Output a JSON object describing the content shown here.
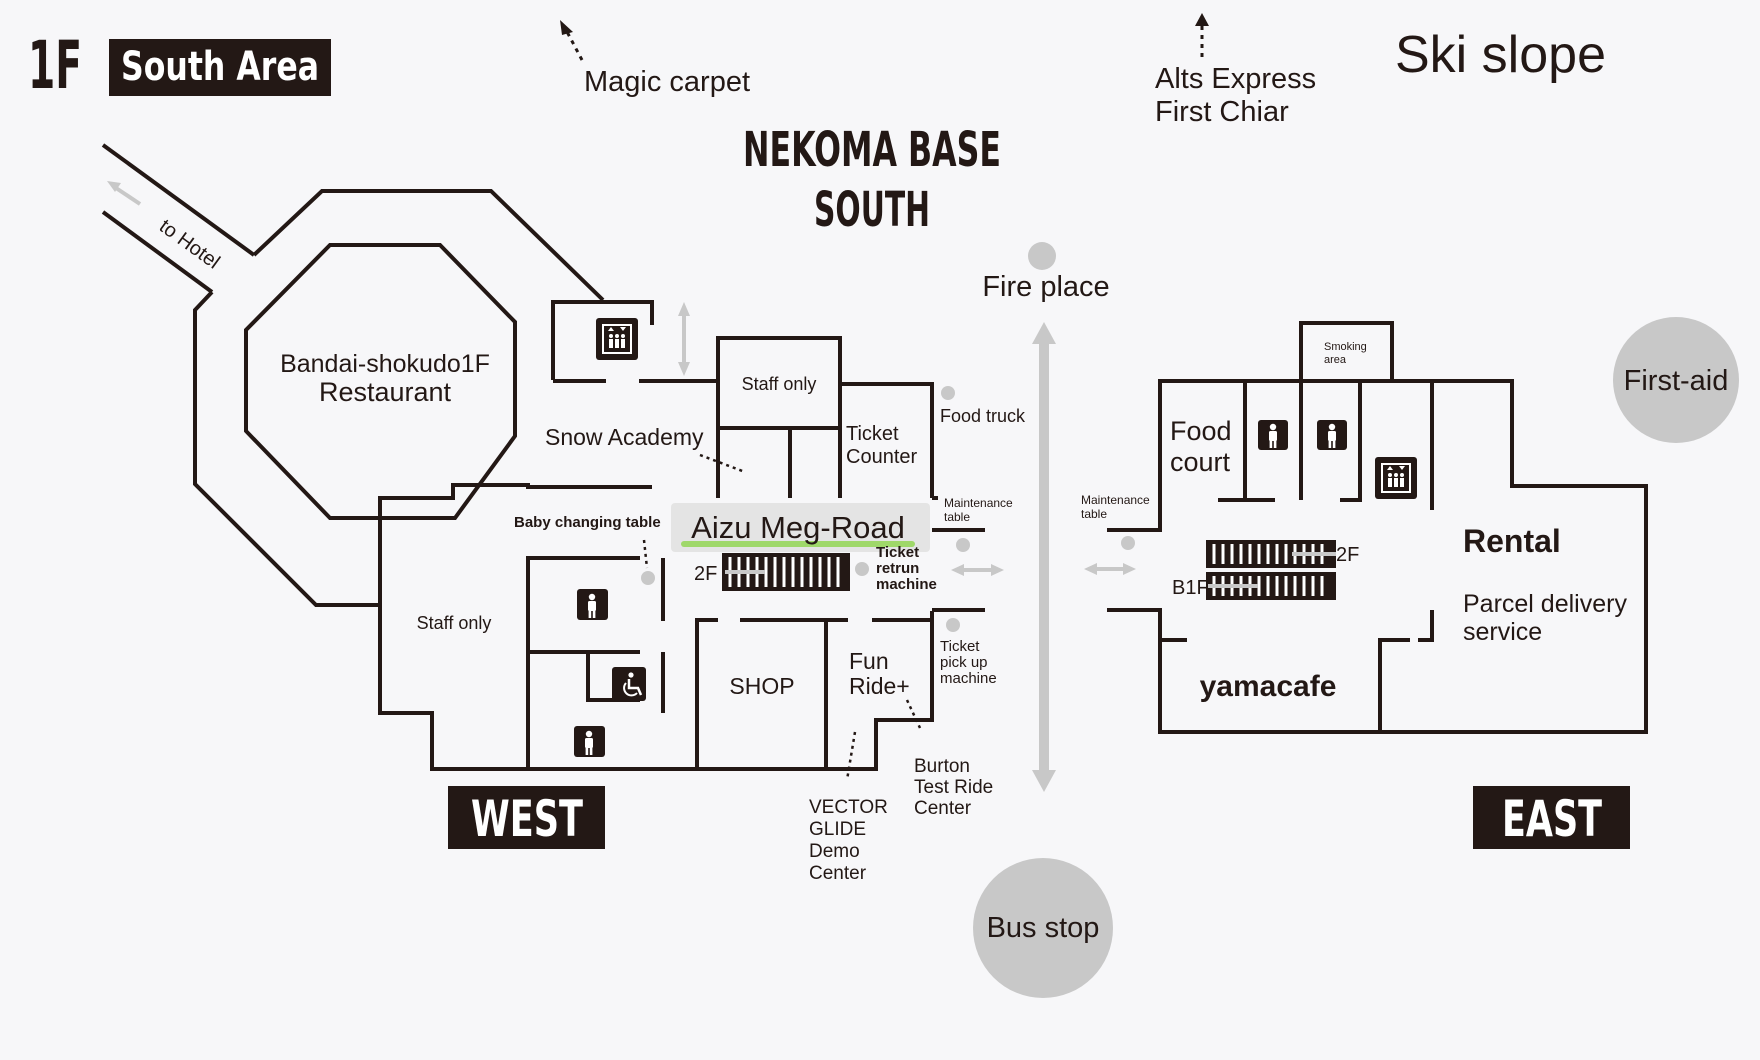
{
  "header": {
    "floor": "1F",
    "area": "South Area",
    "title_line1": "NEKOMA BASE",
    "title_line2": "SOUTH"
  },
  "directions": {
    "magic_carpet": "Magic carpet",
    "alts_line1": "Alts Express",
    "alts_line2": "First Chiar",
    "ski_slope": "Ski slope",
    "to_hotel": "to Hotel"
  },
  "wings": {
    "west": "WEST",
    "east": "EAST"
  },
  "west": {
    "restaurant_line1": "Bandai-shokudo1F",
    "restaurant_line2": "Restaurant",
    "snow_academy": "Snow Academy",
    "staff_only_top": "Staff only",
    "ticket_counter_line1": "Ticket",
    "ticket_counter_line2": "Counter",
    "food_truck": "Food truck",
    "maintenance_line1": "Maintenance",
    "maintenance_line2": "table",
    "baby_changing": "Baby changing table",
    "meg_road": "Aizu Meg-Road",
    "stairs_label": "2F",
    "ticket_return_line1": "Ticket",
    "ticket_return_line2": "retrun",
    "ticket_return_line3": "machine",
    "staff_only_left": "Staff only",
    "shop": "SHOP",
    "fun_ride_line1": "Fun",
    "fun_ride_line2": "Ride+",
    "pickup_line1": "Ticket",
    "pickup_line2": "pick up",
    "pickup_line3": "machine",
    "burton_line1": "Burton",
    "burton_line2": "Test Ride",
    "burton_line3": "Center",
    "vector_line1": "VECTOR",
    "vector_line2": "GLIDE",
    "vector_line3": "Demo",
    "vector_line4": "Center"
  },
  "center": {
    "fire_place": "Fire place",
    "bus_stop": "Bus stop"
  },
  "east": {
    "smoking_line1": "Smoking",
    "smoking_line2": "area",
    "first_aid": "First-aid",
    "food_court_line1": "Food",
    "food_court_line2": "court",
    "maintenance_line1": "Maintenance",
    "maintenance_line2": "table",
    "stairs_up": "2F",
    "stairs_down": "B1F",
    "rental": "Rental",
    "parcel_line1": "Parcel delivery",
    "parcel_line2": "service",
    "yamacafe": "yamacafe"
  },
  "icons": [
    "elevator-icon",
    "female-restroom-icon",
    "accessible-restroom-icon",
    "male-restroom-icon"
  ],
  "colors": {
    "ink": "#231815",
    "gray": "#c8c8c8",
    "background": "#f7f7f9",
    "meg_road_highlight": "#9fd86a",
    "meg_road_bg": "#e4e4e4"
  }
}
